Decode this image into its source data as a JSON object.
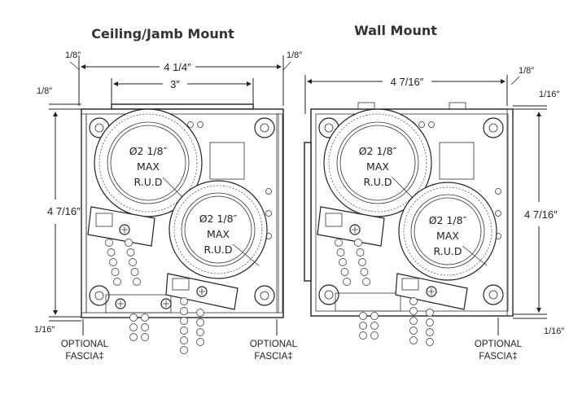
{
  "views": [
    {
      "title": "Ceiling/Jamb Mount",
      "top_left_gap": "1/8″",
      "top_right_gap": "1/8″",
      "overall_width": "4 1/4″",
      "inner_width": "3″",
      "side_gap": "1/8″",
      "height": "4 7/16″",
      "bottom_gap": "1/16″",
      "roller1": {
        "line1": "Ø2 1/8″",
        "line2": "MAX",
        "line3": "R.U.D"
      },
      "roller2": {
        "line1": "Ø2 1/8″",
        "line2": "MAX",
        "line3": "R.U.D"
      },
      "fascia_left": {
        "line1": "OPTIONAL",
        "line2": "FASCIA‡"
      },
      "fascia_right": {
        "line1": "OPTIONAL",
        "line2": "FASCIA‡"
      }
    },
    {
      "title": "Wall Mount",
      "top_right_gap": "1/8″",
      "overall_width": "4 7/16″",
      "side_gap": "1/16″",
      "height": "4 7/16″",
      "bottom_gap": "1/16″",
      "roller1": {
        "line1": "Ø2 1/8″",
        "line2": "MAX",
        "line3": "R.U.D"
      },
      "roller2": {
        "line1": "Ø2 1/8″",
        "line2": "MAX",
        "line3": "R.U.D"
      },
      "fascia_right": {
        "line1": "OPTIONAL",
        "line2": "FASCIA‡"
      }
    }
  ]
}
